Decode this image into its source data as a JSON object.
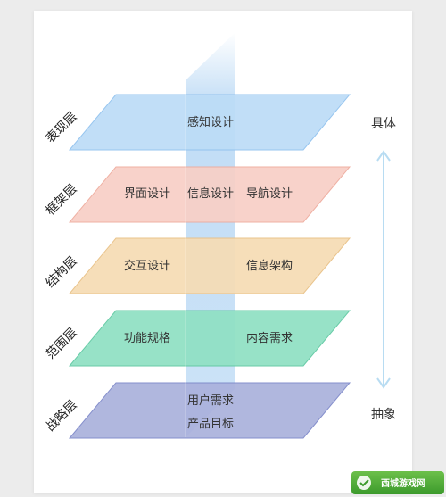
{
  "layers": [
    {
      "name": "表现层",
      "items": [
        "感知设计"
      ],
      "fill": "#bcdcf7",
      "stroke": "#8fc1ee"
    },
    {
      "name": "框架层",
      "items": [
        "界面设计",
        "信息设计",
        "导航设计"
      ],
      "fill": "#f8cfc6",
      "stroke": "#eeaa9c"
    },
    {
      "name": "结构层",
      "items": [
        "交互设计",
        "信息架构"
      ],
      "fill": "#f6dcb4",
      "stroke": "#e8bf83"
    },
    {
      "name": "范围层",
      "items": [
        "功能规格",
        "内容需求"
      ],
      "fill": "#8fe0c3",
      "stroke": "#5cc7a0"
    },
    {
      "name": "战略层",
      "items": [
        "用户需求",
        "产品目标"
      ],
      "fill": "#aab1dc",
      "stroke": "#7b86c8"
    }
  ],
  "scale": {
    "top_label": "具体",
    "bottom_label": "抽象",
    "arrow_color": "#b8dcf2"
  },
  "watermark": {
    "text": "西城游戏网"
  }
}
